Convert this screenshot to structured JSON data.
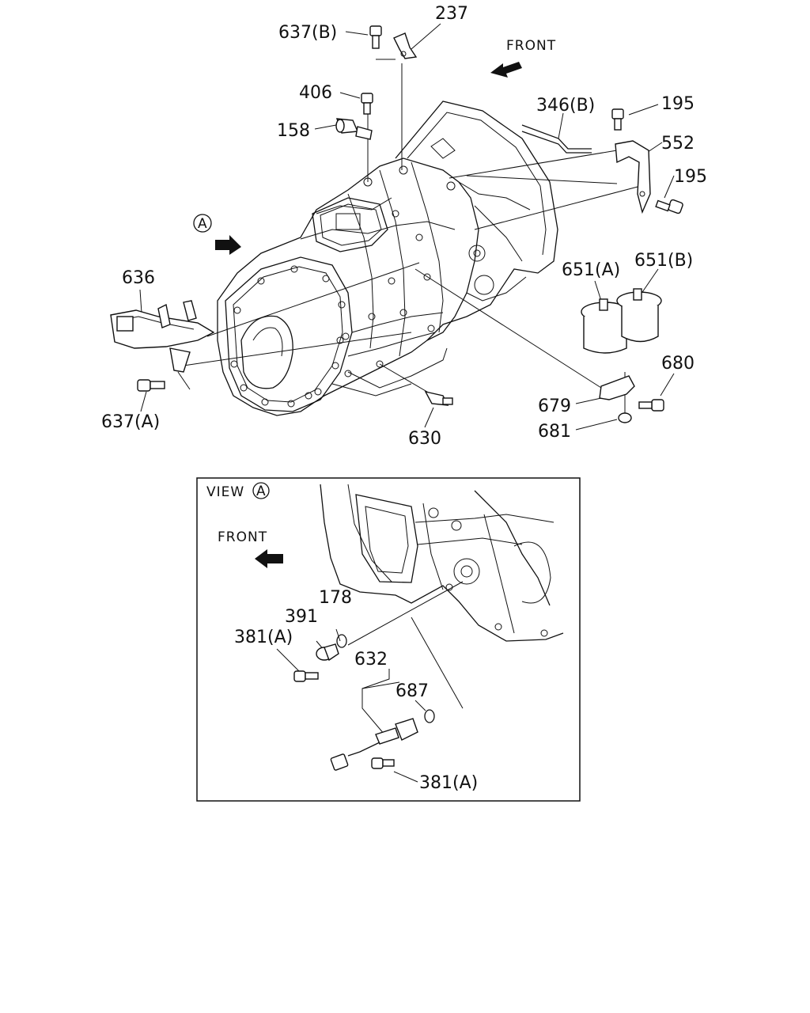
{
  "diagram": {
    "front_label_top": "FRONT",
    "view_marker_letter": "A",
    "labels": {
      "l237": "237",
      "l637b": "637(B)",
      "l406": "406",
      "l158": "158",
      "l346b": "346(B)",
      "l195a": "195",
      "l552": "552",
      "l195b": "195",
      "l636": "636",
      "l651a": "651(A)",
      "l651b": "651(B)",
      "l680": "680",
      "l679": "679",
      "l681": "681",
      "l637a": "637(A)",
      "l630": "630"
    }
  },
  "view_panel": {
    "title": "VIEW",
    "marker_letter": "A",
    "front_label": "FRONT",
    "labels": {
      "l178": "178",
      "l391": "391",
      "l381a_top": "381(A)",
      "l632": "632",
      "l687": "687",
      "l381a_bottom": "381(A)"
    }
  }
}
